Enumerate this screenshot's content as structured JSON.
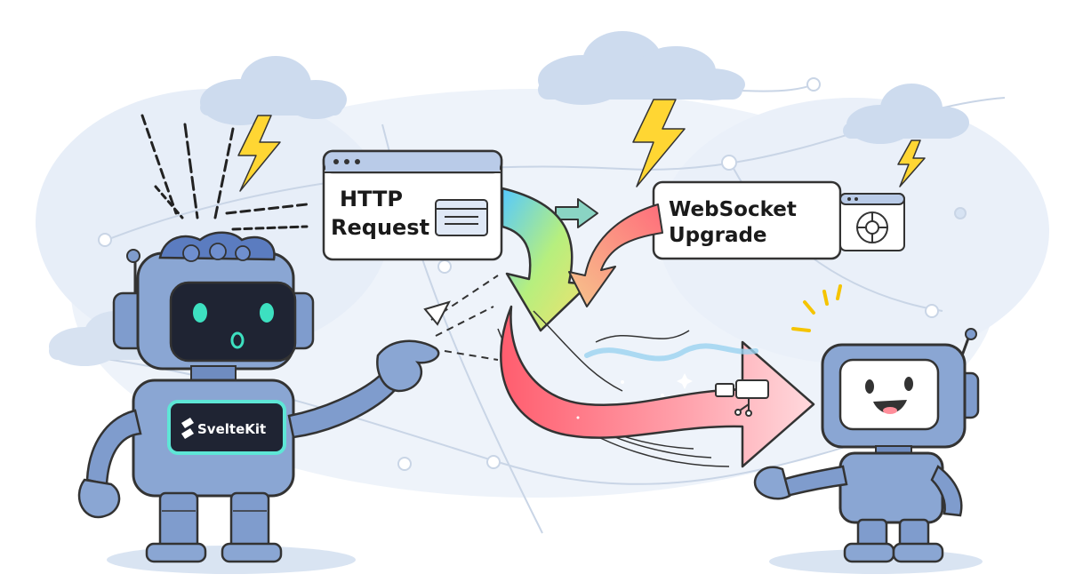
{
  "http_box": {
    "line1": "HTTP",
    "line2": "Request"
  },
  "ws_box": {
    "line1": "WebSocket",
    "line2": "Upgrade"
  },
  "server_robot": {
    "chest_label": "SvelteKit"
  },
  "icons": [
    "browser-window-icon",
    "rubber-ring-icon",
    "plug-connector-icon",
    "lightning-icon",
    "gear-icon"
  ],
  "colors": {
    "robot_blue": "#7f9ccd",
    "robot_dark": "#2f3a4f",
    "eye_glow": "#3de0c0",
    "chest_glow": "#5ee6d6",
    "lightning": "#ffd633",
    "cloud": "#cfdcee",
    "arrow_gradient": [
      "#5ec8ff",
      "#b7f07a",
      "#f3e57a"
    ],
    "ws_arrow": [
      "#ff6b7a",
      "#ffc1c8"
    ]
  }
}
